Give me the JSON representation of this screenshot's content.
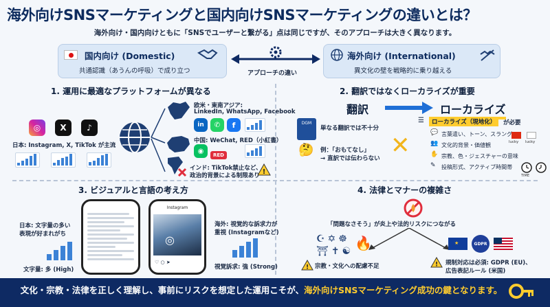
{
  "title": "海外向けSNSマーケティングと国内向けSNSマーケティングの違いとは？",
  "subtitle": "海外向け・国内向けともに「SNSでユーザーと繋がる」点は同じですが、そのアプローチは大きく異なります。",
  "domestic": {
    "title": "国内向け (Domestic)",
    "sub": "共通認識（あうんの呼吸）で成り立つ"
  },
  "international": {
    "title": "海外向け (International)",
    "sub": "異文化の壁を戦略的に乗り越える"
  },
  "center_label": "アプローチの違い",
  "section1": {
    "title": "1. 運用に最適なプラットフォームが異なる",
    "japan_label": "日本: Instagram, X, TikTok が主流",
    "west_label": "欧米・東南アジア:",
    "west_apps": "LinkedIn, WhatsApp, Facebook",
    "china_label": "中国: WeChat, RED（小紅書）",
    "india_label": "インド: TikTok禁止など、",
    "india_label2": "政治的背景による制限あり",
    "red_tag": "RED"
  },
  "section2": {
    "title": "2. 翻訳ではなくローカライズが重要",
    "translation": "翻訳",
    "localize": "ローカライズ",
    "book_tag": "DGM",
    "simple": "単なる翻訳では不十分",
    "example": "例：「おもてなし」",
    "example2": "→ 直訳では伝わらない",
    "loc_needed_tag": "ローカライズ（現地化）",
    "loc_needed": "が必要",
    "items": [
      "言葉遣い、トーン、スラング",
      "文化的背景・価値観",
      "宗教、色・ジェスチャーの意味",
      "投稿形式、アクティブ時間帯"
    ],
    "lucky": "lucky",
    "unlucky": "lucky",
    "time": "TIME"
  },
  "section3": {
    "title": "3. ビジュアルと言語の考え方",
    "jp_label": "日本: 文字量の多い",
    "jp_label2": "表現が好まれがち",
    "jp_amount": "文字量: 多 (High)",
    "ov_label": "海外: 視覚的な訴求力が",
    "ov_label2": "重視 (Instagramなど)",
    "ov_appeal": "視覚訴求: 強 (Strong)",
    "phone_brand": "Instagram"
  },
  "section4": {
    "title": "4. 法律とマナーの複雑さ",
    "risk": "「問題なさそう」が炎上や法的リスクにつながる",
    "religion_warn": "宗教・文化への配慮不足",
    "legal1": "規制対応は必須: GDPR (EU)、",
    "legal2": "広告表記ルール (米国)",
    "gdpr": "GDPR"
  },
  "footer": {
    "main": "文化・宗教・法律を正しく理解し、事前にリスクを想定した運用こそが、",
    "highlight": "海外向けSNSマーケティング成功の鍵となります。"
  },
  "colors": {
    "navy": "#0e2a63",
    "gold": "#ffcc2e",
    "blue": "#3b82d6",
    "red": "#e02d3c"
  }
}
